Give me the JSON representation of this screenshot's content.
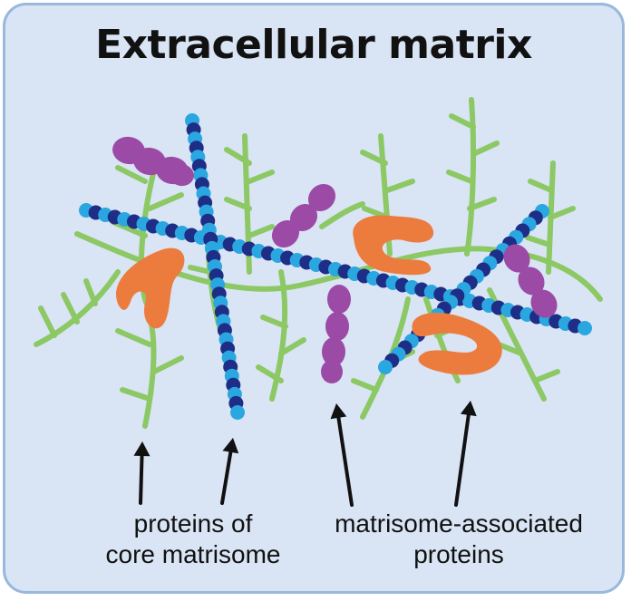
{
  "title": "Extracellular matrix",
  "labels": {
    "core": [
      "proteins of",
      "core matrisome"
    ],
    "associated": [
      "matrisome-associated",
      "proteins"
    ]
  },
  "colors": {
    "frame_border": "#98b8dc",
    "background": "#d9e4f4",
    "green_fiber": "#8cc864",
    "collagen_light": "#2aa7e0",
    "collagen_dark": "#1e2e86",
    "glycoprotein_purple": "#9b4aa6",
    "orange_protein": "#ec7c3e",
    "arrow": "#111111"
  }
}
